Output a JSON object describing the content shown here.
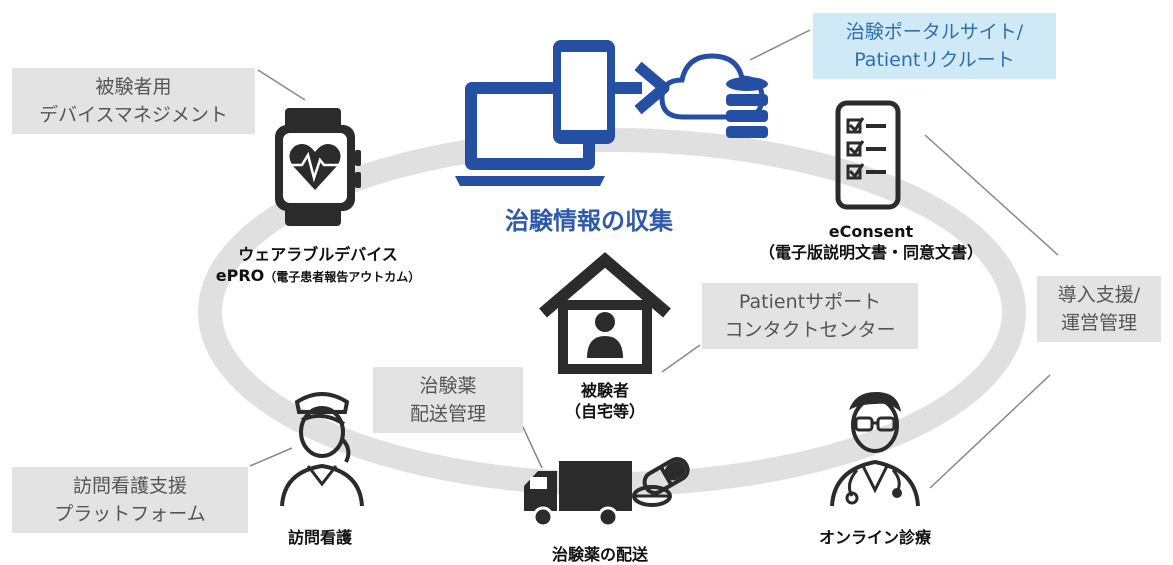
{
  "colors": {
    "ring": "#e0e0e0",
    "accent_blue": "#254fa3",
    "dark": "#2b2b2b",
    "box_gray": "#e3e3e3",
    "box_blue": "#cfe9f7"
  },
  "center_title": "治験情報の収集",
  "boxes": {
    "portal": {
      "line1": "治験ポータルサイト/",
      "line2": "Patientリクルート"
    },
    "device_mgmt": {
      "line1": "被験者用",
      "line2": "デバイスマネジメント"
    },
    "support_center": {
      "line1": "Patientサポート",
      "line2": "コンタクトセンター"
    },
    "intro_support": {
      "line1": "導入支援/",
      "line2": "運営管理"
    },
    "drug_delivery_mgmt": {
      "line1": "治験薬",
      "line2": "配送管理"
    },
    "visit_platform": {
      "line1": "訪問看護支援",
      "line2": "プラットフォーム"
    }
  },
  "labels": {
    "wearable": {
      "line1": "ウェアラブルデバイス",
      "line2": "ePRO",
      "line2_sub": "（電子患者報告アウトカム）"
    },
    "econsent": {
      "line1": "eConsent",
      "line2": "（電子版説明文書・同意文書）"
    },
    "subject": {
      "line1": "被験者",
      "line2": "（自宅等）"
    },
    "visit_nursing": "訪問看護",
    "drug_delivery": "治験薬の配送",
    "online_medical": "オンライン診療"
  },
  "icons": {
    "laptop": "laptop-icon",
    "phone": "smartphone-icon",
    "cloud": "cloud-icon",
    "database": "database-icon",
    "watch": "smartwatch-heart-icon",
    "checklist_phone": "checklist-phone-icon",
    "house": "house-person-icon",
    "nurse": "nurse-icon",
    "truck": "truck-icon",
    "pills": "pills-icon",
    "doctor": "doctor-icon"
  }
}
